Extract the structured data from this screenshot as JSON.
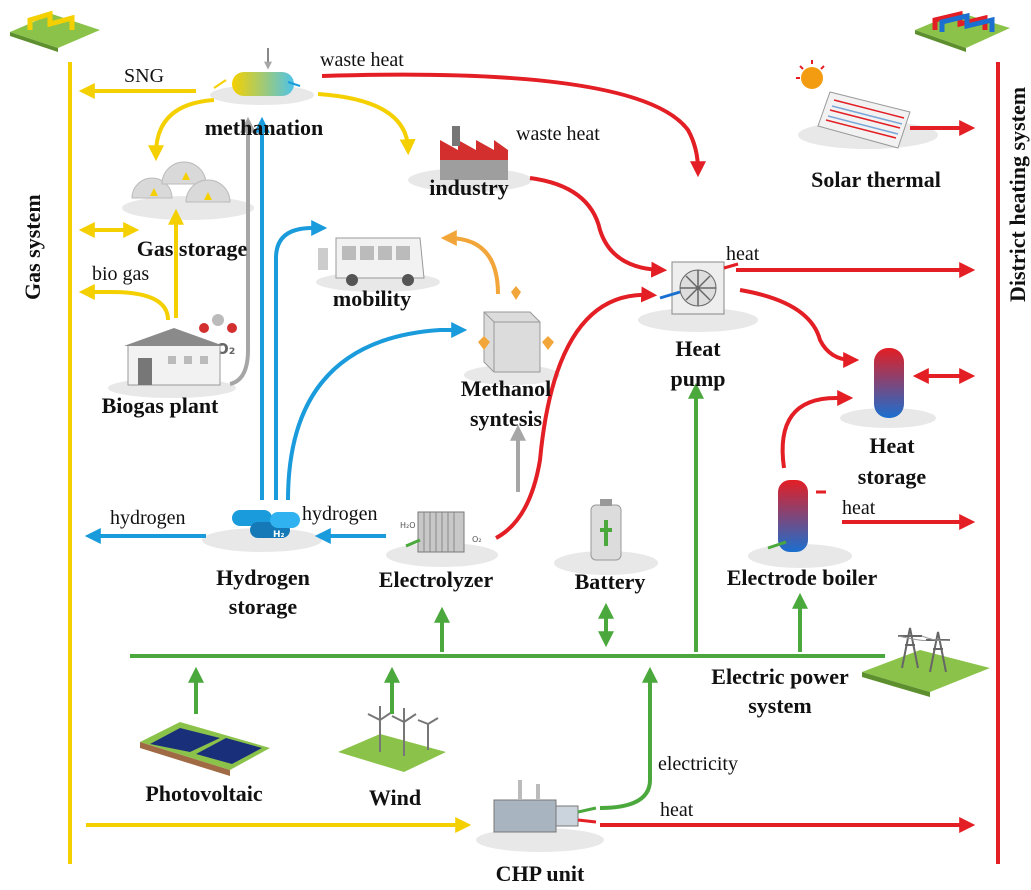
{
  "systems": {
    "gas": "Gas system",
    "district_heating": "District heating system",
    "electric_power": "Electric power system"
  },
  "components": {
    "methanation": "methanation",
    "gas_storage": "Gas storage",
    "biogas_plant": "Biogas plant",
    "industry": "industry",
    "mobility": "mobility",
    "methanol": "Methanol syntesis",
    "heat_pump": "Heat pump",
    "solar_thermal": "Solar thermal",
    "heat_storage": "Heat storage",
    "hydrogen_storage": "Hydrogen storage",
    "electrolyzer": "Electrolyzer",
    "battery": "Battery",
    "electrode_boiler": "Electrode boiler",
    "photovoltaic": "Photovoltaic",
    "wind": "Wind",
    "chp": "CHP unit"
  },
  "flows": {
    "sng": "SNG",
    "waste_heat_1": "waste heat",
    "waste_heat_2": "waste heat",
    "bio_gas": "bio gas",
    "heat_hp": "heat",
    "hydrogen_out": "hydrogen",
    "hydrogen_mid": "hydrogen",
    "heat_boiler": "heat",
    "electricity": "electricity",
    "heat_chp": "heat"
  },
  "colors": {
    "gas": "#f5d000",
    "heat": "#e31e24",
    "hydrogen": "#1a9bdc",
    "power": "#4aa83c",
    "co2": "#a6a6a6",
    "methanol_out": "#f2a63a"
  }
}
